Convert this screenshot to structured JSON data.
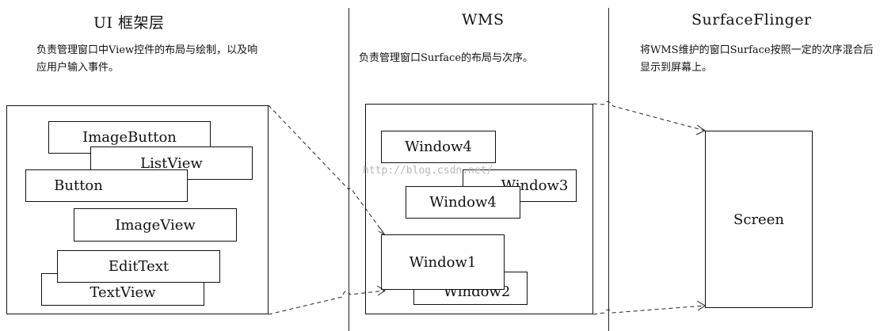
{
  "columns": [
    {
      "title": "UI 框架层",
      "description": "负责管理窗口中View控件的布局与绘制，以及响应用户输入事件。"
    },
    {
      "title": "WMS",
      "description": "负责管理窗口Surface的布局与次序。"
    },
    {
      "title": "SurfaceFlinger",
      "description": "将WMS维护的窗口Surface按照一定的次序混合后显示到屏幕上。"
    }
  ],
  "ui_layer": {
    "views": [
      "ImageButton",
      "ListView",
      "Button",
      "ImageView",
      "EditText",
      "TextView"
    ]
  },
  "wms": {
    "windows": [
      "Window4",
      "Window3",
      "Window4",
      "Window2",
      "Window1"
    ]
  },
  "surfaceflinger": {
    "screen_label": "Screen"
  },
  "watermark": "http://blog.csdn.net/"
}
